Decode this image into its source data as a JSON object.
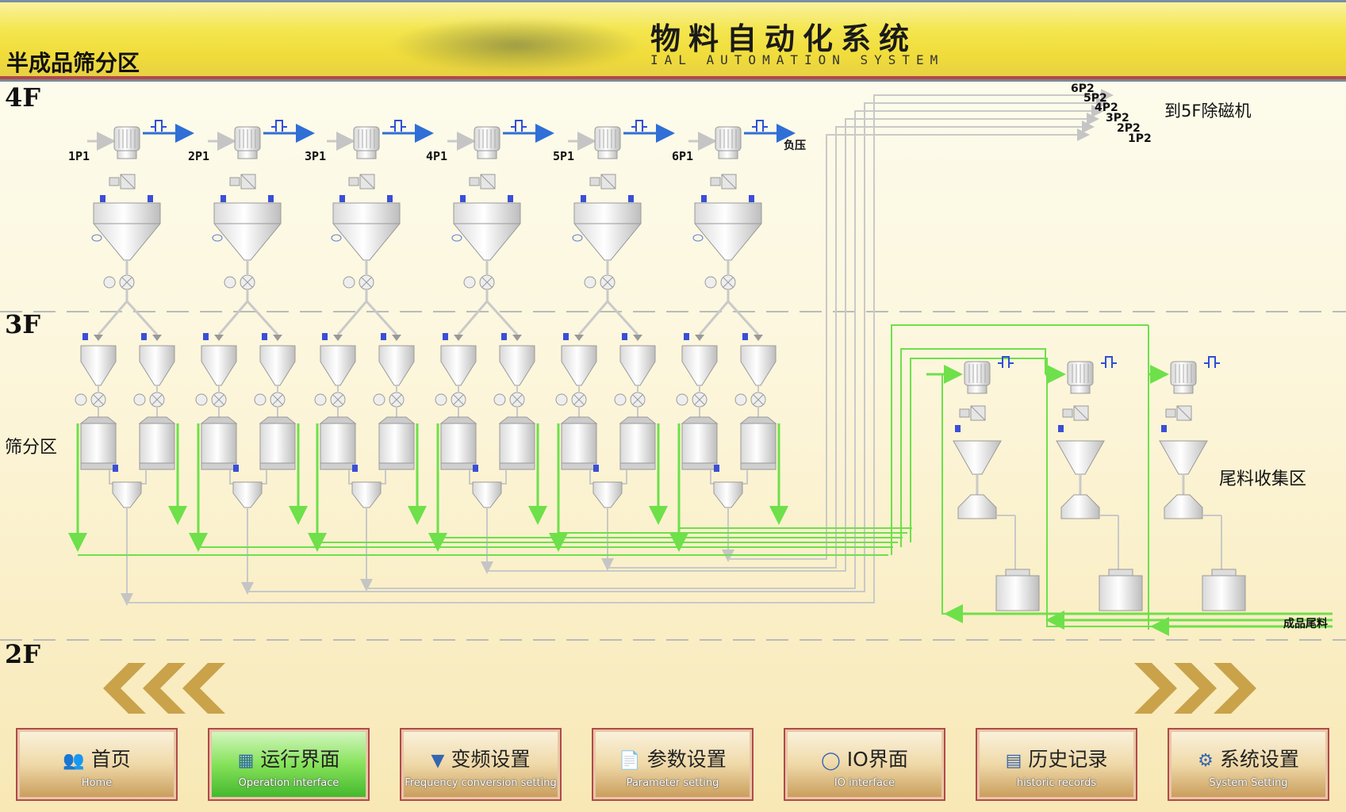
{
  "header": {
    "title_cn": "物料自动化系统",
    "title_en": "IAL AUTOMATION SYSTEM",
    "area_title": "半成品筛分区"
  },
  "floors": {
    "f4": "4F",
    "f3": "3F",
    "f2": "2F"
  },
  "inlets": [
    "1P1",
    "2P1",
    "3P1",
    "4P1",
    "5P1",
    "6P1"
  ],
  "labels": {
    "negative_pressure": "负压",
    "to_magnet": "到5F除磁机",
    "screening_area": "筛分区",
    "tailings_area": "尾料收集区",
    "product_tailings": "成品尾料",
    "outlets": [
      "6P2",
      "5P2",
      "4P2",
      "3P2",
      "2P2",
      "1P2"
    ]
  },
  "nav": [
    {
      "cn": "首页",
      "en": "Home",
      "icon": "users-icon"
    },
    {
      "cn": "运行界面",
      "en": "Operation interface",
      "icon": "operation-icon"
    },
    {
      "cn": "变频设置",
      "en": "Frequency conversion setting",
      "icon": "funnel-icon"
    },
    {
      "cn": "参数设置",
      "en": "Parameter setting",
      "icon": "document-icon"
    },
    {
      "cn": "IO界面",
      "en": "IO interface",
      "icon": "io-icon"
    },
    {
      "cn": "历史记录",
      "en": "historic records",
      "icon": "calendar-icon"
    },
    {
      "cn": "系统设置",
      "en": "System Setting",
      "icon": "gear-icon"
    }
  ],
  "colors": {
    "pipe_green": "#6ee04a",
    "pipe_gray": "#c9c9c9",
    "arrow_blue": "#2f6fd6",
    "chevron": "#c9a24a",
    "active_btn": "#5ccf3a"
  }
}
